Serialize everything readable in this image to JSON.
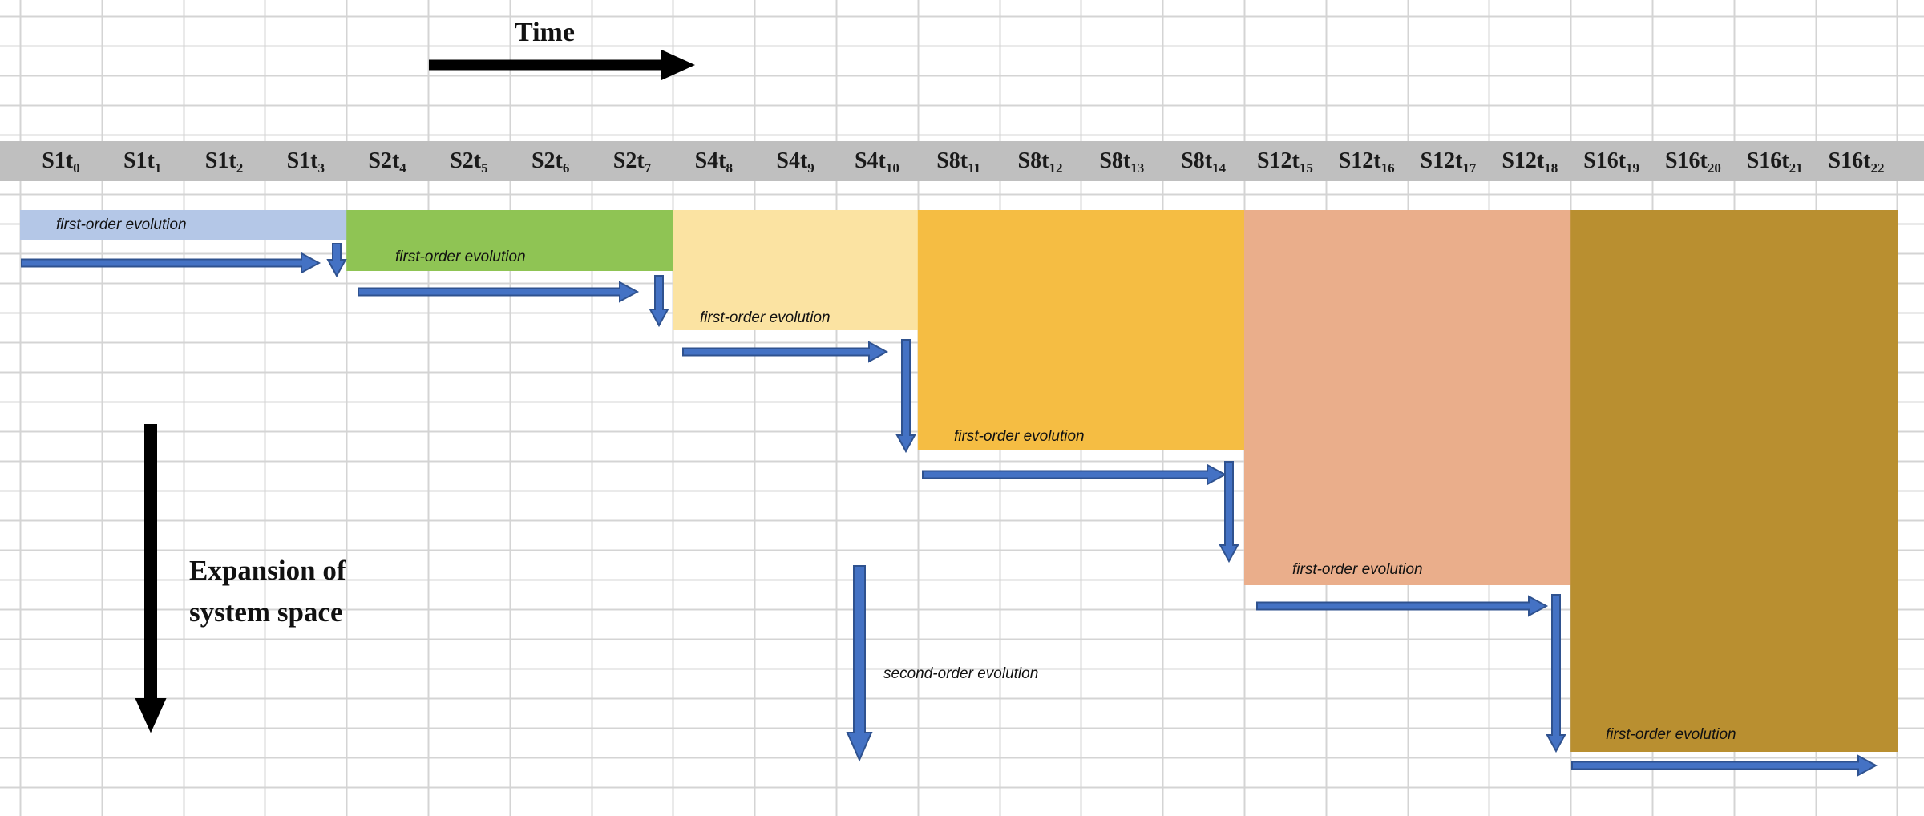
{
  "time_label": "Time",
  "expansion_label": [
    "Expansion of",
    "system space"
  ],
  "header": [
    {
      "base": "S1t",
      "sub": "0"
    },
    {
      "base": "S1t",
      "sub": "1"
    },
    {
      "base": "S1t",
      "sub": "2"
    },
    {
      "base": "S1t",
      "sub": "3"
    },
    {
      "base": "S2t",
      "sub": "4"
    },
    {
      "base": "S2t",
      "sub": "5"
    },
    {
      "base": "S2t",
      "sub": "6"
    },
    {
      "base": "S2t",
      "sub": "7"
    },
    {
      "base": "S4t",
      "sub": "8"
    },
    {
      "base": "S4t",
      "sub": "9"
    },
    {
      "base": "S4t",
      "sub": "10"
    },
    {
      "base": "S8t",
      "sub": "11"
    },
    {
      "base": "S8t",
      "sub": "12"
    },
    {
      "base": "S8t",
      "sub": "13"
    },
    {
      "base": "S8t",
      "sub": "14"
    },
    {
      "base": "S12t",
      "sub": "15"
    },
    {
      "base": "S12t",
      "sub": "16"
    },
    {
      "base": "S12t",
      "sub": "17"
    },
    {
      "base": "S12t",
      "sub": "18"
    },
    {
      "base": "S16t",
      "sub": "19"
    },
    {
      "base": "S16t",
      "sub": "20"
    },
    {
      "base": "S16t",
      "sub": "21"
    },
    {
      "base": "S16t",
      "sub": "22"
    }
  ],
  "stages": [
    {
      "system": "S1",
      "color": "#b4c7e7",
      "label": "first-order evolution"
    },
    {
      "system": "S2",
      "color": "#8fc454",
      "label": "first-order evolution"
    },
    {
      "system": "S4",
      "color": "#fbe3a2",
      "label": "first-order evolution"
    },
    {
      "system": "S8",
      "color": "#f5bd43",
      "label": "first-order evolution"
    },
    {
      "system": "S12",
      "color": "#eaae8b",
      "label": "first-order evolution"
    },
    {
      "system": "S16",
      "color": "#b98f30",
      "label": "first-order evolution"
    }
  ],
  "second_order_label": "second-order evolution",
  "colors": {
    "header_bg": "#bfbfbf",
    "grid_line": "#d4d4d4",
    "arrow_fill": "#4472c4",
    "arrow_stroke": "#2f528f",
    "axis_arrow": "#000000"
  }
}
